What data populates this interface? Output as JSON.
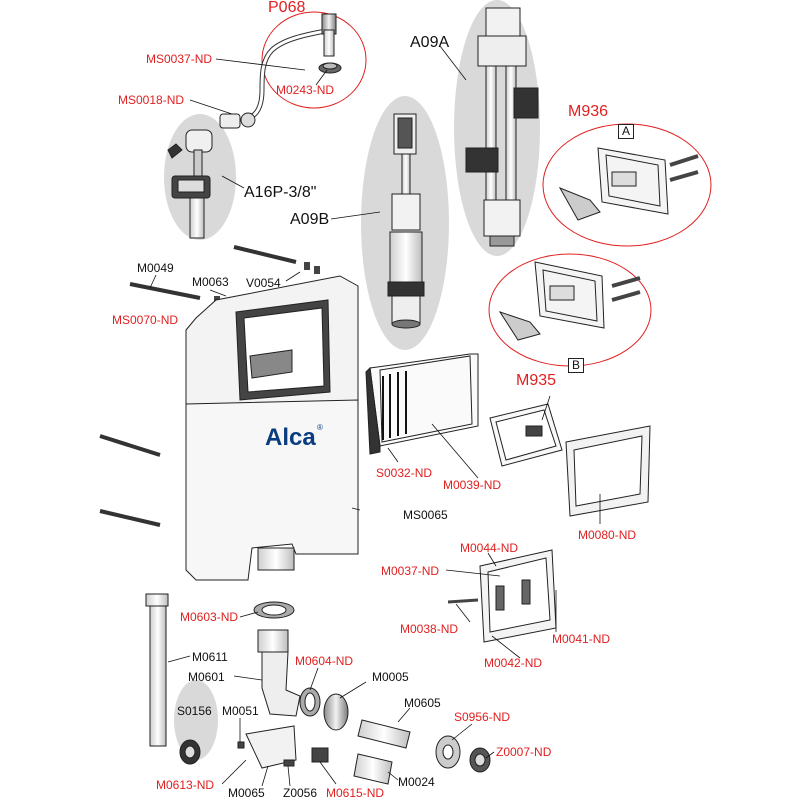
{
  "diagram": {
    "brand_text": "Alca",
    "brand_mark": "®",
    "colors": {
      "red_label": "#e02020",
      "black_label": "#111111",
      "ellipse_fill": "#d9d9d9",
      "ellipse_stroke": "#e02020",
      "brand": "#0a3d80"
    },
    "labels": {
      "p068": "P068",
      "ms0037": "MS0037-ND",
      "m0243": "M0243-ND",
      "ms0018": "MS0018-ND",
      "a16p": "A16P-3/8\"",
      "a09a": "A09A",
      "a09b": "A09B",
      "m936": "M936",
      "box_a": "A",
      "m0049": "M0049",
      "m0063": "M0063",
      "v0054": "V0054",
      "ms0070": "MS0070-ND",
      "box_b": "B",
      "m935": "M935",
      "s0032": "S0032-ND",
      "m0039": "M0039-ND",
      "m0080": "M0080-ND",
      "ms0065": "MS0065",
      "m0044": "M0044-ND",
      "m0037": "M0037-ND",
      "m0038": "M0038-ND",
      "m0041": "M0041-ND",
      "m0042": "M0042-ND",
      "m0603": "M0603-ND",
      "m0611": "M0611",
      "m0604": "M0604-ND",
      "m0601": "M0601",
      "m0005": "M0005",
      "m0605": "M0605",
      "s0156": "S0156",
      "m0051": "M0051",
      "s0956": "S0956-ND",
      "z0007": "Z0007-ND",
      "m0613": "M0613-ND",
      "m0065": "M0065",
      "z0056": "Z0056",
      "m0615": "M0615-ND",
      "m0024": "M0024"
    }
  }
}
